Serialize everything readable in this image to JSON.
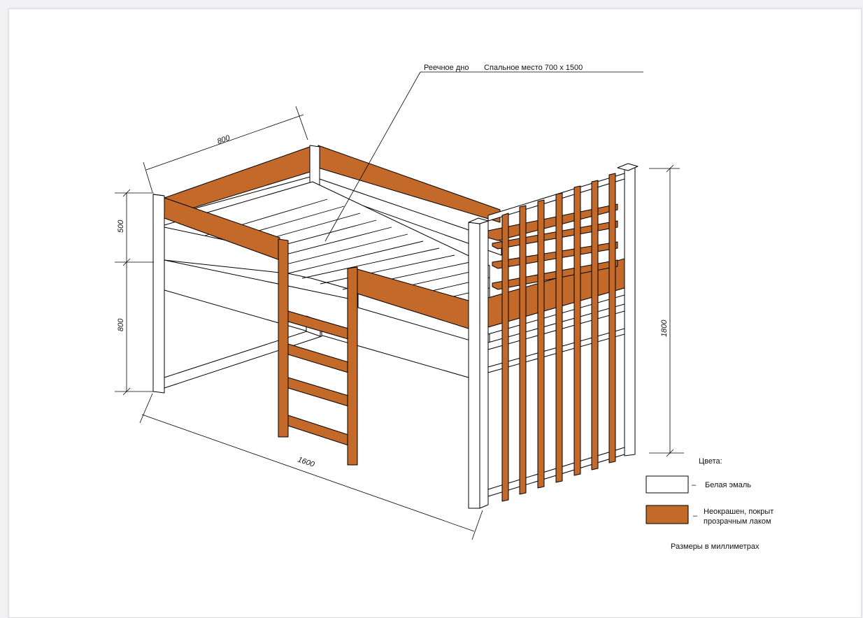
{
  "colors": {
    "enamel": "#ffffff",
    "wood": "#c3692a",
    "line": "#000000"
  },
  "callout": {
    "slats": "Реечное дно",
    "sleeping": "Спальное место 700 х 1500"
  },
  "dimensions": {
    "width": "800",
    "length": "1600",
    "upper": "500",
    "lower": "800",
    "height": "1800"
  },
  "legend": {
    "title": "Цвета:",
    "dash": "–",
    "white": "Белая эмаль",
    "wood_line1": "Неокрашен, покрыт",
    "wood_line2": "прозрачным лаком",
    "units": "Размеры в миллиметрах"
  }
}
